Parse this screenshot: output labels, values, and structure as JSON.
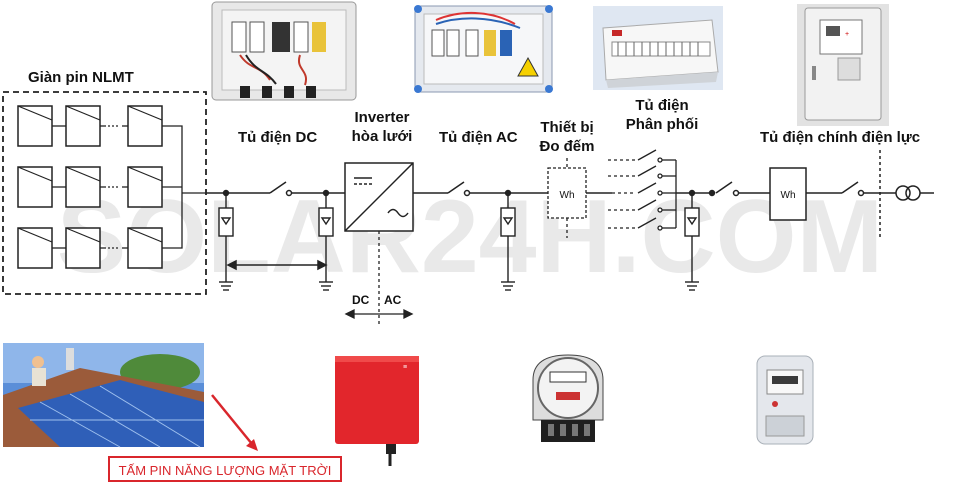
{
  "watermark": "SOLAR24H.COM",
  "labels": {
    "array": "Giàn pin NLMT",
    "dc_box": "Tủ điện DC",
    "inverter_line1": "Inverter",
    "inverter_line2": "hòa lưới",
    "ac_box": "Tủ điện AC",
    "meter_line1": "Thiết bị",
    "meter_line2": "Đo đếm",
    "distribution_line1": "Tủ điện",
    "distribution_line2": "Phân phối",
    "utility": "Tủ điện chính điện lực"
  },
  "dc_ac": {
    "dc": "DC",
    "ac": "AC"
  },
  "meter_symbols": {
    "meter1": "Wh",
    "meter2": "Wh"
  },
  "panel_callout": "TẤM PIN NĂNG LƯỢNG MẶT TRỜI",
  "colors": {
    "callout": "#d9262c",
    "inverter": "#e0262b",
    "line": "#222222"
  }
}
